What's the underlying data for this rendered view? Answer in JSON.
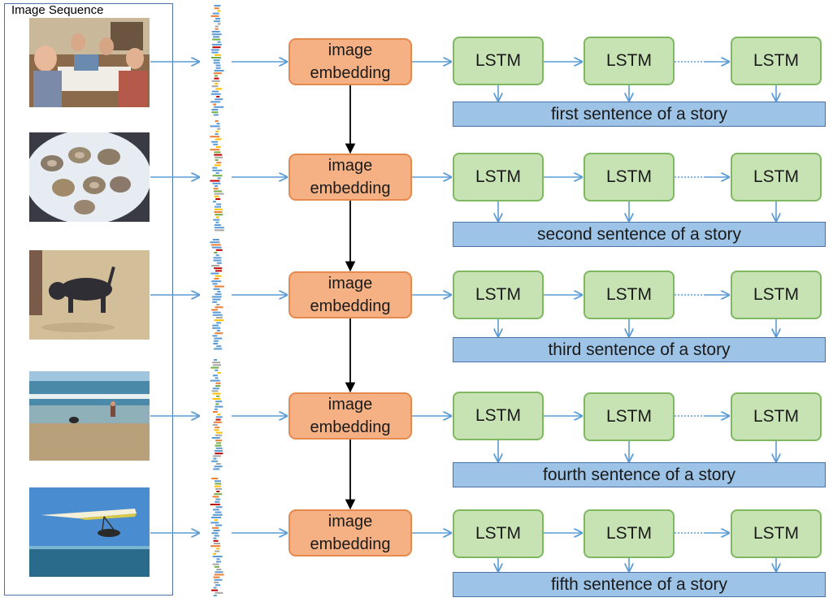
{
  "image_sequence": {
    "title": "Image Sequence"
  },
  "rows": [
    {
      "embedding_line1": "image",
      "embedding_line2": "embedding",
      "lstm_label": "LSTM",
      "sentence": "first sentence of a story"
    },
    {
      "embedding_line1": "image",
      "embedding_line2": "embedding",
      "lstm_label": "LSTM",
      "sentence": "second sentence of a story"
    },
    {
      "embedding_line1": "image",
      "embedding_line2": "embedding",
      "lstm_label": "LSTM",
      "sentence": "third sentence of a story"
    },
    {
      "embedding_line1": "image",
      "embedding_line2": "embedding",
      "lstm_label": "LSTM",
      "sentence": "fourth sentence of a story"
    },
    {
      "embedding_line1": "image",
      "embedding_line2": "embedding",
      "lstm_label": "LSTM",
      "sentence": "fifth sentence of a story"
    }
  ],
  "colors": {
    "embedding_fill": "#f5b083",
    "embedding_border": "#e58a4f",
    "lstm_fill": "#c7e2b3",
    "lstm_border": "#7fb861",
    "sentence_fill": "#9dc3e6",
    "arrow": "#5b9bd5",
    "vertical_arrow": "#000000"
  }
}
